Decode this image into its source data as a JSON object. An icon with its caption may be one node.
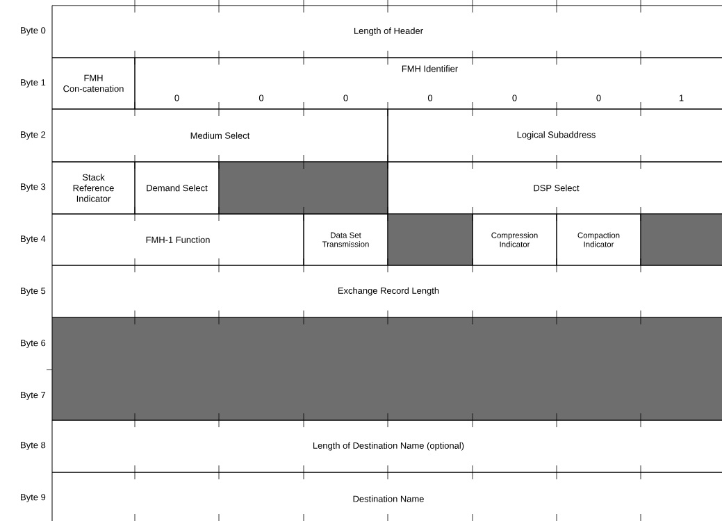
{
  "diagram": {
    "nodes": [
      {
        "text": [
          "Length of Header"
        ]
      },
      {
        "text": [
          "FMH Con-catenation"
        ]
      },
      {
        "text": [
          "FMH Identifier"
        ]
      },
      {
        "text": [
          "Medium Select"
        ]
      },
      {
        "text": [
          "Logical Subaddress"
        ]
      },
      {
        "text": [
          "Stack Reference Indicator"
        ]
      },
      {
        "text": [
          "Demand Select"
        ]
      },
      {
        "text": [],
        "shape": "box"
      },
      {
        "text": [
          "DSP Select"
        ]
      },
      {
        "text": [
          "FMH-1 Function"
        ]
      },
      {
        "text": [
          "Data Set Transmission"
        ]
      },
      {
        "text": [],
        "shape": "box"
      },
      {
        "text": [
          "Compression Indicator"
        ]
      },
      {
        "text": [
          "Compaction Indicator"
        ]
      },
      {
        "text": [],
        "shape": "box"
      },
      {
        "text": [
          "Exchange Record Length"
        ]
      },
      {
        "text": [],
        "shape": "box"
      },
      {
        "text": [
          "Length of Destination Name (optional)"
        ]
      },
      {
        "text": [
          "Destination Name"
        ]
      }
    ],
    "labels": [
      "Byte 0",
      "Byte 1",
      "0",
      "0",
      "0",
      "0",
      "0",
      "0",
      "1",
      "Byte 2",
      "Byte 3",
      "Byte 4",
      "Byte 5",
      "Byte 6",
      "Byte 7",
      "Byte 8",
      "Byte 9"
    ]
  }
}
